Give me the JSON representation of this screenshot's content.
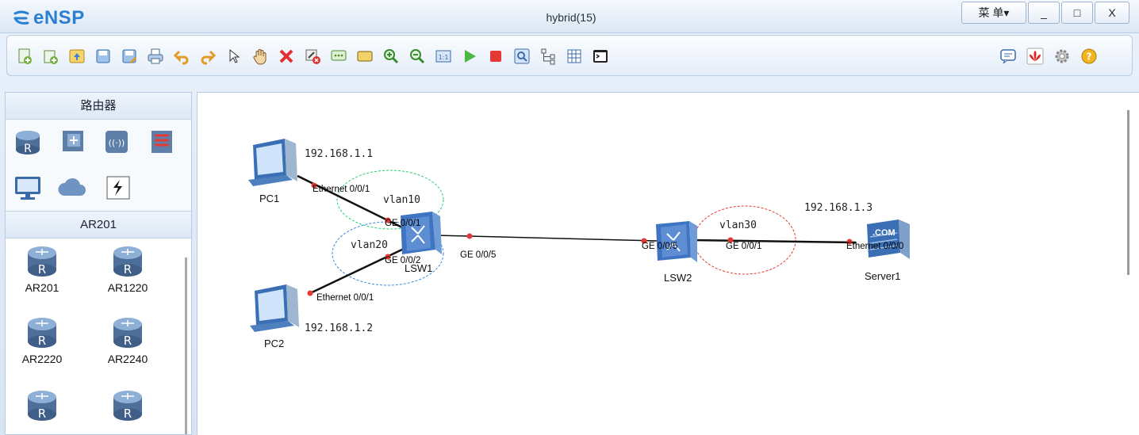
{
  "app": {
    "logo_text": "eNSP",
    "window_title": "hybrid(15)",
    "menu_label": "菜 单▾",
    "min_label": "_",
    "max_label": "□",
    "close_label": "X",
    "brand_color": "#2a7fd0"
  },
  "toolbar": {
    "left_icons": [
      "new-topology-icon",
      "new-example-icon",
      "open-icon",
      "save-icon",
      "save-as-icon",
      "print-icon",
      "undo-icon",
      "redo-icon",
      "select-icon",
      "pan-hand-icon",
      "delete-icon",
      "remove-connection-icon",
      "text-annotation-icon",
      "rectangle-icon",
      "zoom-in-icon",
      "zoom-out-icon",
      "fit-to-window-icon",
      "start-device-icon",
      "stop-device-icon",
      "capture-icon",
      "topology-icon",
      "grid-icon",
      "console-icon"
    ],
    "right_icons": [
      "chat-icon",
      "huawei-icon",
      "settings-icon",
      "help-icon"
    ]
  },
  "sidebar": {
    "category_title": "路由器",
    "category_icons": [
      "router-category-icon",
      "switch-category-icon",
      "wireless-category-icon",
      "firewall-category-icon",
      "pc-category-icon",
      "cloud-category-icon",
      "connection-category-icon"
    ],
    "model_section_title": "AR201",
    "models": [
      {
        "label": "AR201"
      },
      {
        "label": "AR1220"
      },
      {
        "label": "AR2220"
      },
      {
        "label": "AR2240"
      },
      {
        "label": ""
      },
      {
        "label": ""
      }
    ]
  },
  "topology": {
    "devices": {
      "pc1": {
        "name": "PC1",
        "ip": "192.168.1.1"
      },
      "pc2": {
        "name": "PC2",
        "ip": "192.168.1.2"
      },
      "lsw1": {
        "name": "LSW1"
      },
      "lsw2": {
        "name": "LSW2"
      },
      "server1": {
        "name": "Server1",
        "ip": "192.168.1.3",
        "badge": ".COM"
      }
    },
    "ports": {
      "pc1_eth": "Ethernet 0/0/1",
      "lsw1_ge1": "GE 0/0/1",
      "lsw1_ge2": "GE 0/0/2",
      "pc2_eth": "Ethernet 0/0/1",
      "lsw1_ge5": "GE 0/0/5",
      "lsw2_ge5": "GE 0/0/5",
      "lsw2_ge1": "GE 0/0/1",
      "server_eth": "Ethernet 0/0/0"
    },
    "vlans": {
      "vlan10": {
        "label": "vlan10",
        "color": "#2ecc71"
      },
      "vlan20": {
        "label": "vlan20",
        "color": "#3a8be0"
      },
      "vlan30": {
        "label": "vlan30",
        "color": "#e53935"
      }
    },
    "port_dot_color": "#e53935"
  }
}
